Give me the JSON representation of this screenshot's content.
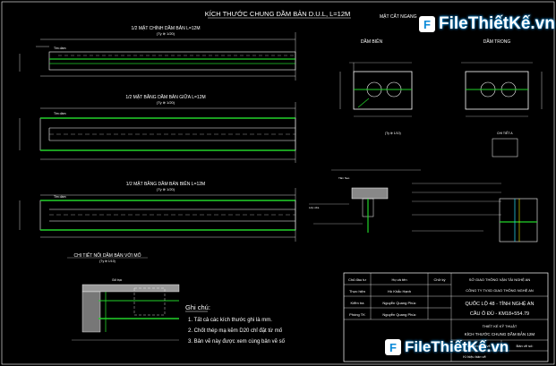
{
  "drawing": {
    "main_title": "KÍCH THƯỚC CHUNG DẦM BẢN D.U.L, L=12M",
    "half_top_label": "1/2 MẶT CHÍNH DẦM BẢN L=12M",
    "half_top_scale": "(Tỷ lệ 1/20)",
    "half_mid_label": "1/2 MẶT BẰNG DẦM BẢN GIỮA L=12M",
    "half_mid_scale": "(Tỷ lệ 1/20)",
    "half_bot_label": "1/2 MẶT BẰNG DẦM BẢN BIÊN L=12M",
    "half_bot_scale": "(Tỷ lệ 1/20)",
    "section_header": "MẶT CẮT NGANG",
    "beam_edge": "DẦM BIÊN",
    "beam_middle": "DẦM TRONG",
    "tim_dam": "Tim dầm",
    "detail_label": "CHI TIẾT NỐI DẦM BẢN VỚI MỐ",
    "detail_scale": "(Tỷ lệ 1/10)",
    "detail_a": "CHI TIẾT A",
    "scale_10": "(Tỷ lệ 1/10)",
    "notes_title": "Ghi chú:",
    "notes": [
      "1. Tất cả các kích thước ghi là mm.",
      "2. Chốt thép mạ kẽm D20 chỉ đặt từ mố",
      "3. Bản vẽ này được xem cùng bản vẽ số"
    ]
  },
  "title_block": {
    "rows": [
      {
        "role": "Chủ đầu tư",
        "name": "Họ và tên",
        "sign": "Chữ ký"
      },
      {
        "role": "Thực hiện",
        "name": "Hồ Khắc Hạnh",
        "sign": ""
      },
      {
        "role": "Kiểm tra",
        "name": "Nguyễn Quang Phúc",
        "sign": ""
      },
      {
        "role": "Phòng TK",
        "name": "Nguyễn Quang Phúc",
        "sign": ""
      }
    ],
    "agency": "SỞ GIAO THÔNG VẬN TẢI NGHỆ AN",
    "company": "CÔNG TY TVXD GIAO THÔNG NGHỆ AN",
    "project": "QUỐC LỘ 48 - TỈNH NGHỆ AN",
    "bridge": "CẦU Ô ĐÙ - KM18+554.79",
    "stage": "THIẾT KẾ KỸ THUẬT",
    "sheet_title": "KÍCH THƯỚC CHUNG DẦM BẢN 12M",
    "scale_cell": "Tỷ lệ: xem bản vẽ",
    "sheet_no": "Bản vẽ số:",
    "sign_symbol": "Kí hiệu bản vẽ"
  },
  "watermark": {
    "logo_letter": "F",
    "brand": "FileThiếtKế.vn"
  },
  "colors": {
    "background": "#000000",
    "green": "#22d22a",
    "white": "#ffffff",
    "yellow": "#e8e800",
    "cyan": "#22c8e0",
    "red": "#e03030",
    "magenta": "#e040e0"
  }
}
